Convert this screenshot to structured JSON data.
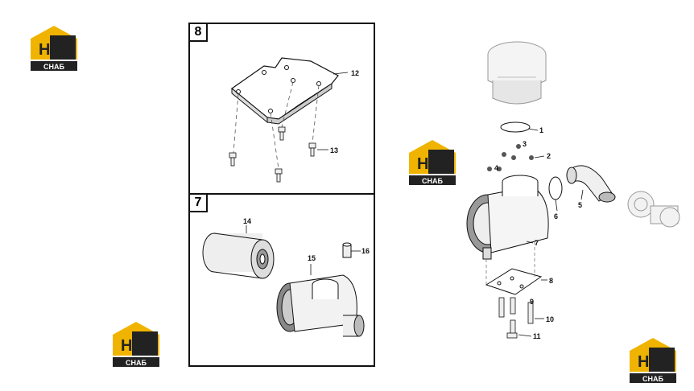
{
  "logo": {
    "letters": "H3",
    "sub": "СНАБ",
    "brand_color": "#f0b400",
    "dark_color": "#222222"
  },
  "panels": [
    {
      "id": "8",
      "callouts": [
        "12",
        "13"
      ]
    },
    {
      "id": "7",
      "callouts": [
        "14",
        "15",
        "16"
      ]
    }
  ],
  "assembly_callouts": [
    "1",
    "2",
    "3",
    "4",
    "5",
    "6",
    "7",
    "8",
    "9",
    "10",
    "11"
  ]
}
